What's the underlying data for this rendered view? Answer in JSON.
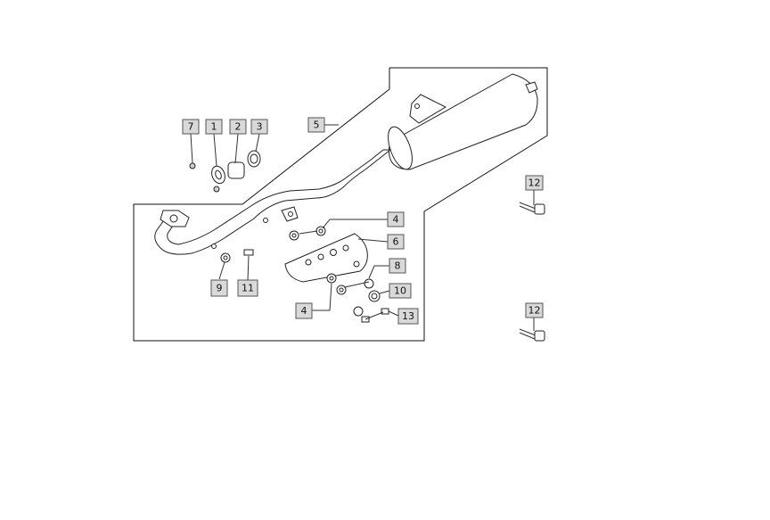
{
  "diagram": {
    "callouts": [
      {
        "id": "c7",
        "label": "7"
      },
      {
        "id": "c1",
        "label": "1"
      },
      {
        "id": "c2",
        "label": "2"
      },
      {
        "id": "c3",
        "label": "3"
      },
      {
        "id": "c5",
        "label": "5"
      },
      {
        "id": "c12a",
        "label": "12"
      },
      {
        "id": "c4a",
        "label": "4"
      },
      {
        "id": "c6",
        "label": "6"
      },
      {
        "id": "c8",
        "label": "8"
      },
      {
        "id": "c10",
        "label": "10"
      },
      {
        "id": "c9",
        "label": "9"
      },
      {
        "id": "c11",
        "label": "11"
      },
      {
        "id": "c4b",
        "label": "4"
      },
      {
        "id": "c13",
        "label": "13"
      },
      {
        "id": "c12b",
        "label": "12"
      }
    ]
  }
}
